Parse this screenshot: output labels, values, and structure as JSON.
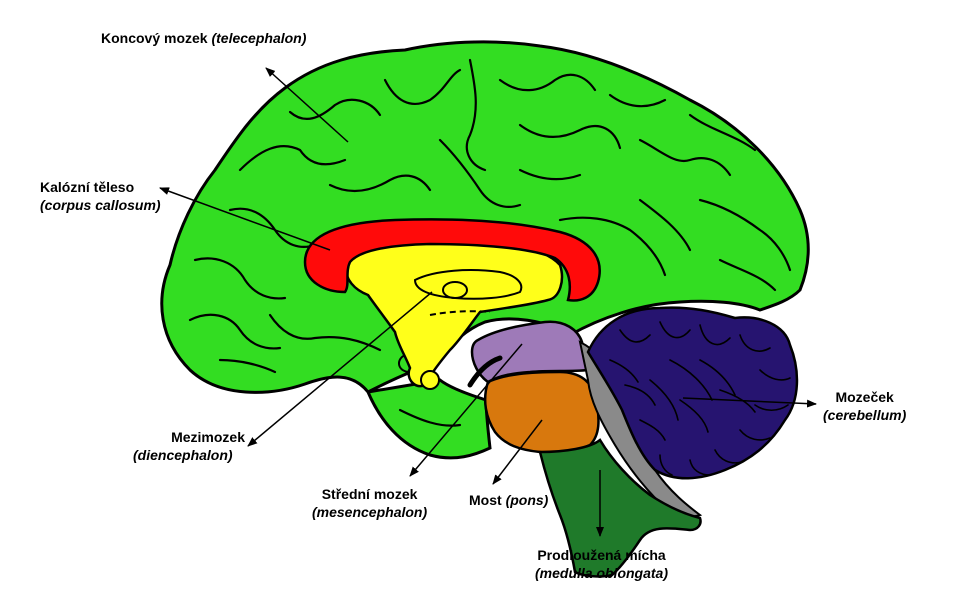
{
  "labels": {
    "telencephalon": {
      "name": "Koncový mozek",
      "latin": "(telecephalon)"
    },
    "corpus_callosum": {
      "name": "Kalózní těleso",
      "latin": "(corpus callosum)"
    },
    "diencephalon": {
      "name": "Mezimozek",
      "latin": "(diencephalon)"
    },
    "mesencephalon": {
      "name": "Střední mozek",
      "latin": "(mesencephalon)"
    },
    "pons": {
      "name": "Most",
      "latin": "(pons)"
    },
    "medulla": {
      "name": "Prodloužená mícha",
      "latin": "(medulla oblongata)"
    },
    "cerebellum": {
      "name": "Mozeček",
      "latin": "(cerebellum)"
    }
  },
  "colors": {
    "telencephalon": "#33dd22",
    "corpus_callosum": "#ff0a0a",
    "diencephalon": "#ffff1a",
    "mesencephalon": "#9e7ab8",
    "pons": "#d8780d",
    "medulla": "#1f7a2a",
    "cerebellum": "#261470",
    "brainstem_gray": "#8a8a8a"
  }
}
